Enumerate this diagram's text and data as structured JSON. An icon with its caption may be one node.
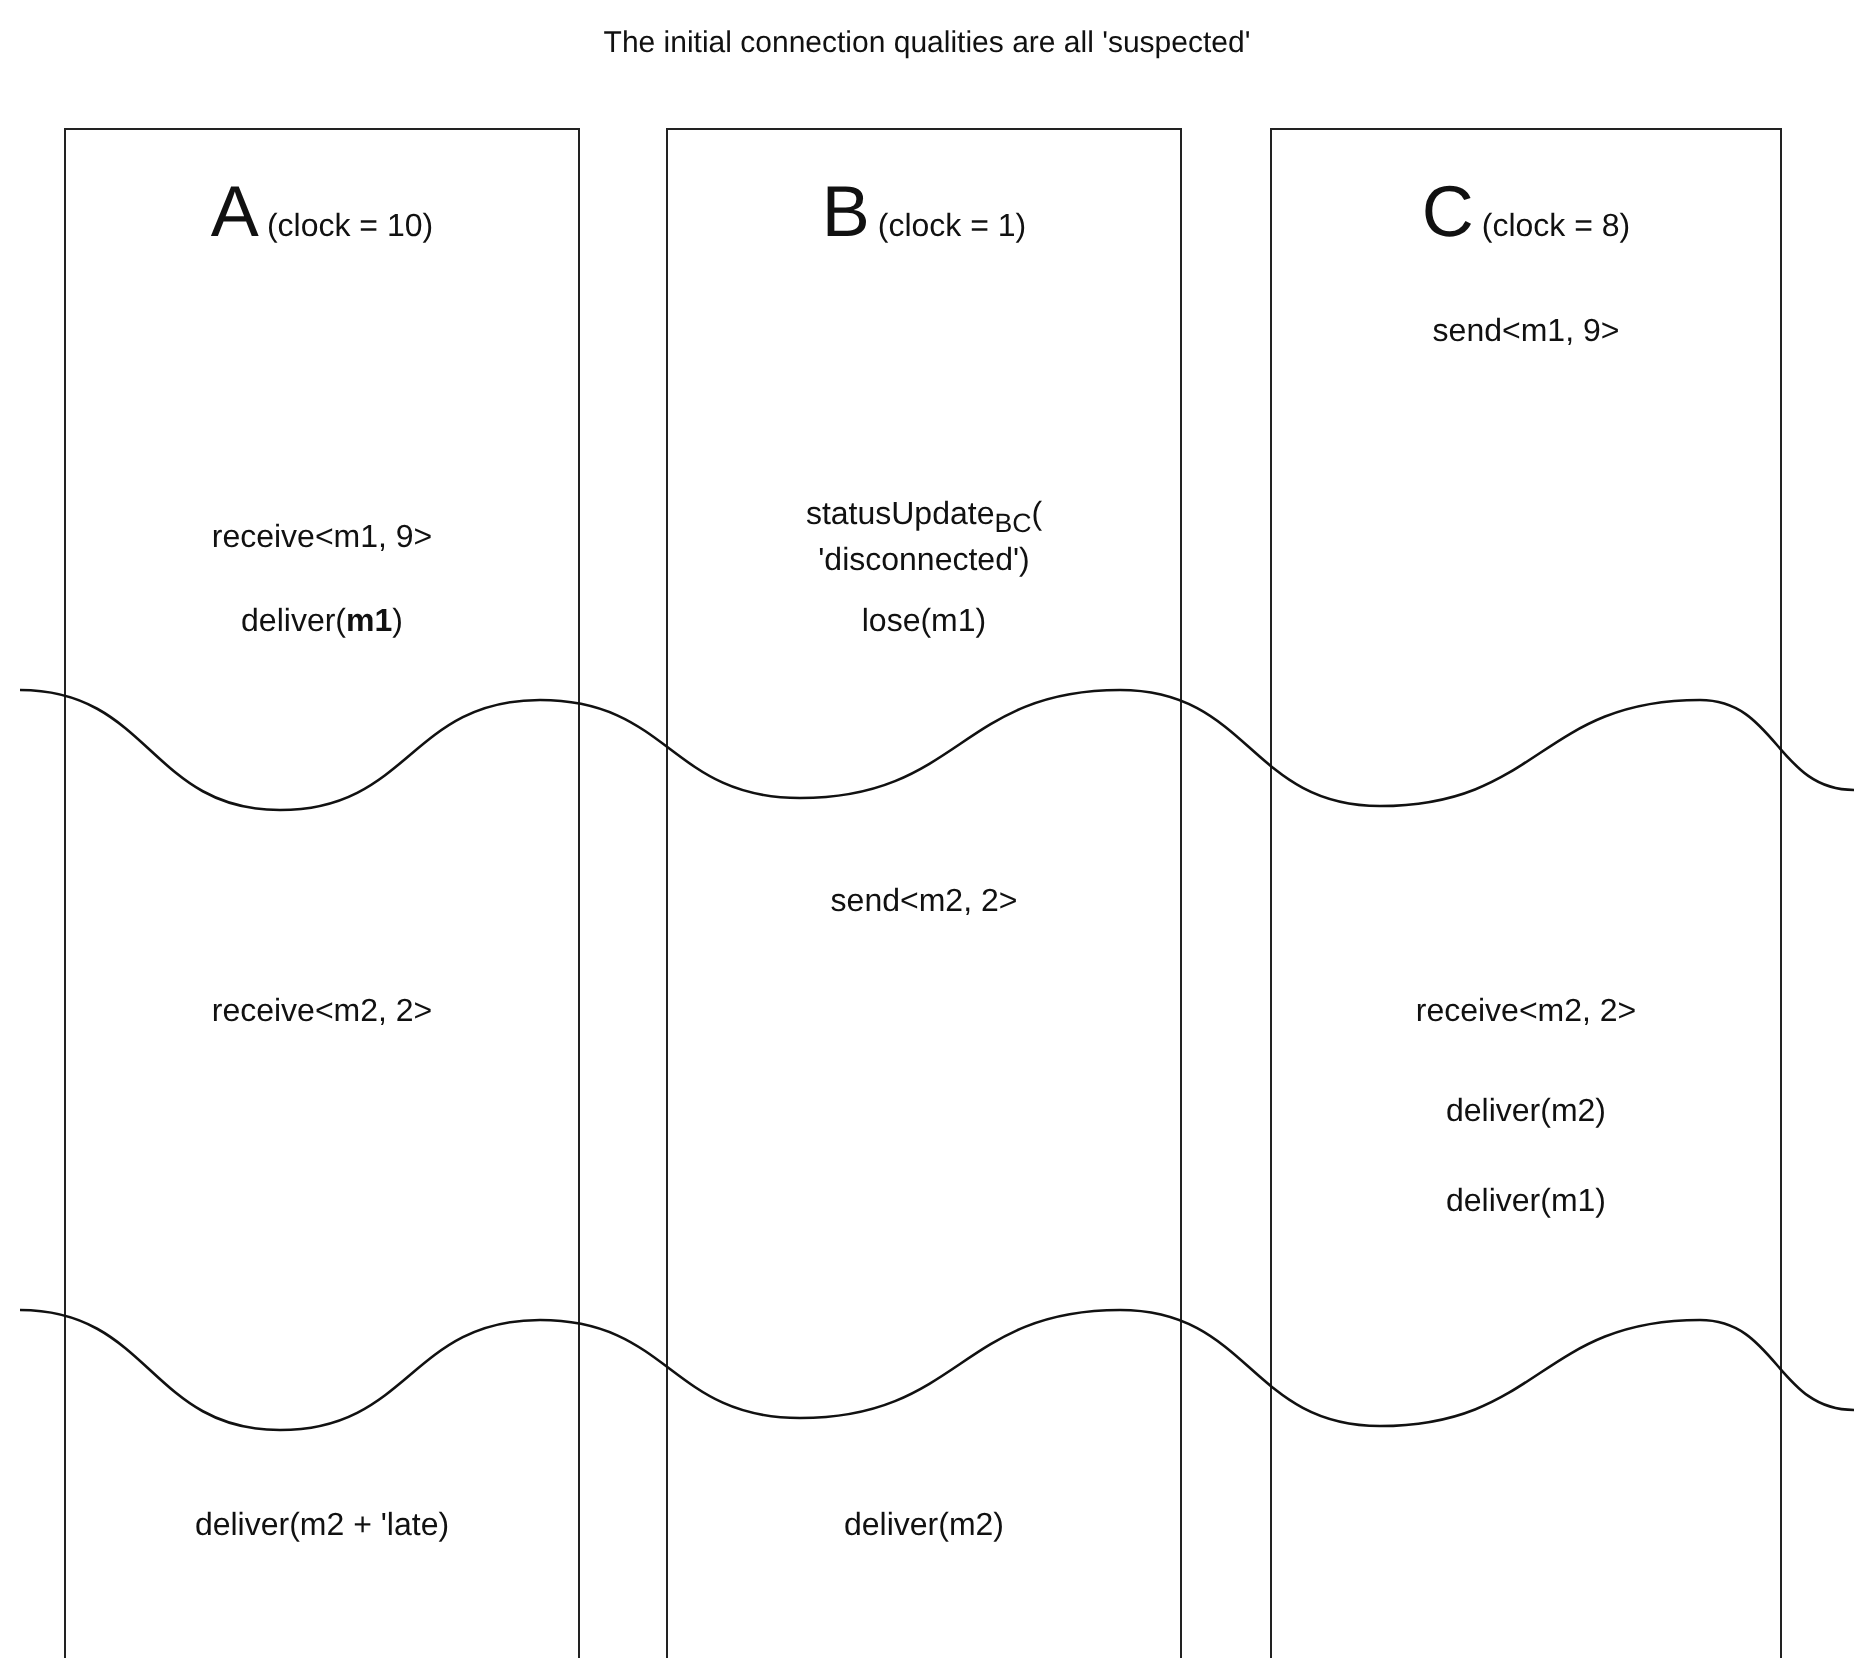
{
  "diagram": {
    "title": "The initial connection qualities are all 'suspected'",
    "nodes": [
      {
        "text": [
          "A",
          "(clock = 10)",
          "receive<m1, 9>",
          "deliver(**m1**)",
          "receive<m2, 2>",
          "deliver(m2 + 'late)"
        ]
      },
      {
        "text": [
          "B",
          "(clock = 1)",
          "statusUpdate$_{BC}$( 'disconnected')",
          "lose(m1)",
          "send<m2, 2>",
          "deliver(m2)"
        ]
      },
      {
        "text": [
          "C",
          "(clock = 8)",
          "send<m1, 9>",
          "receive<m2, 2>",
          "deliver(m2)",
          "deliver(m1)"
        ]
      }
    ],
    "edges": []
  }
}
